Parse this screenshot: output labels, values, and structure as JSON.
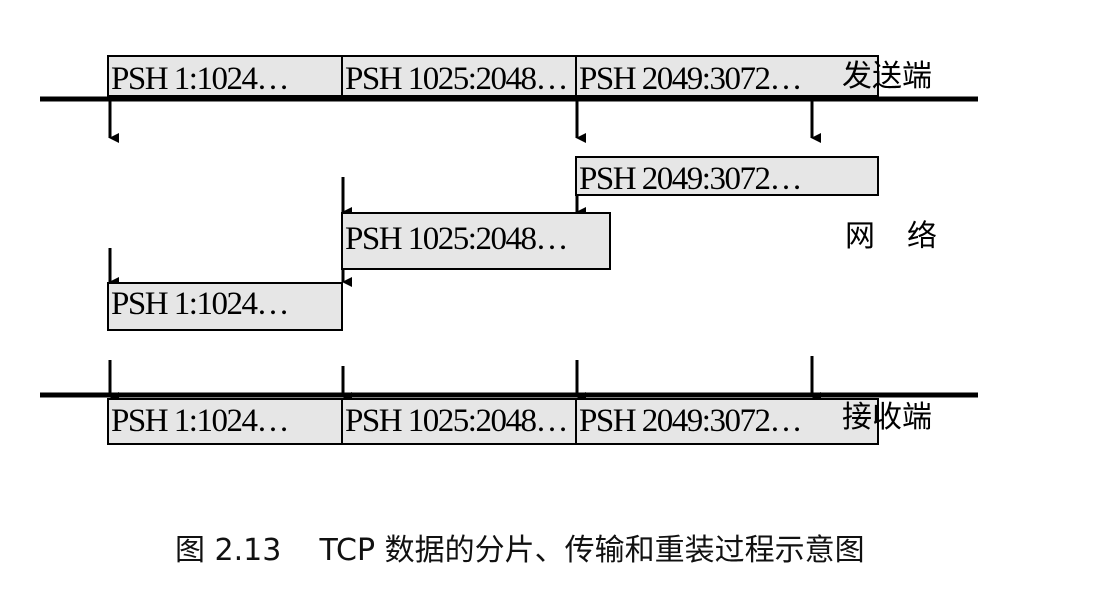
{
  "segments": {
    "seg1": "PSH 1:1024…",
    "seg2": "PSH 1025:2048…",
    "seg3": "PSH 2049:3072…"
  },
  "labels": {
    "sender": "发送端",
    "network_1": "网",
    "network_2": "络",
    "receiver": "接收端"
  },
  "caption": "图 2.13    TCP 数据的分片、传输和重装过程示意图",
  "colors": {
    "segment_fill": "#e6e6e6",
    "line": "#000000"
  }
}
